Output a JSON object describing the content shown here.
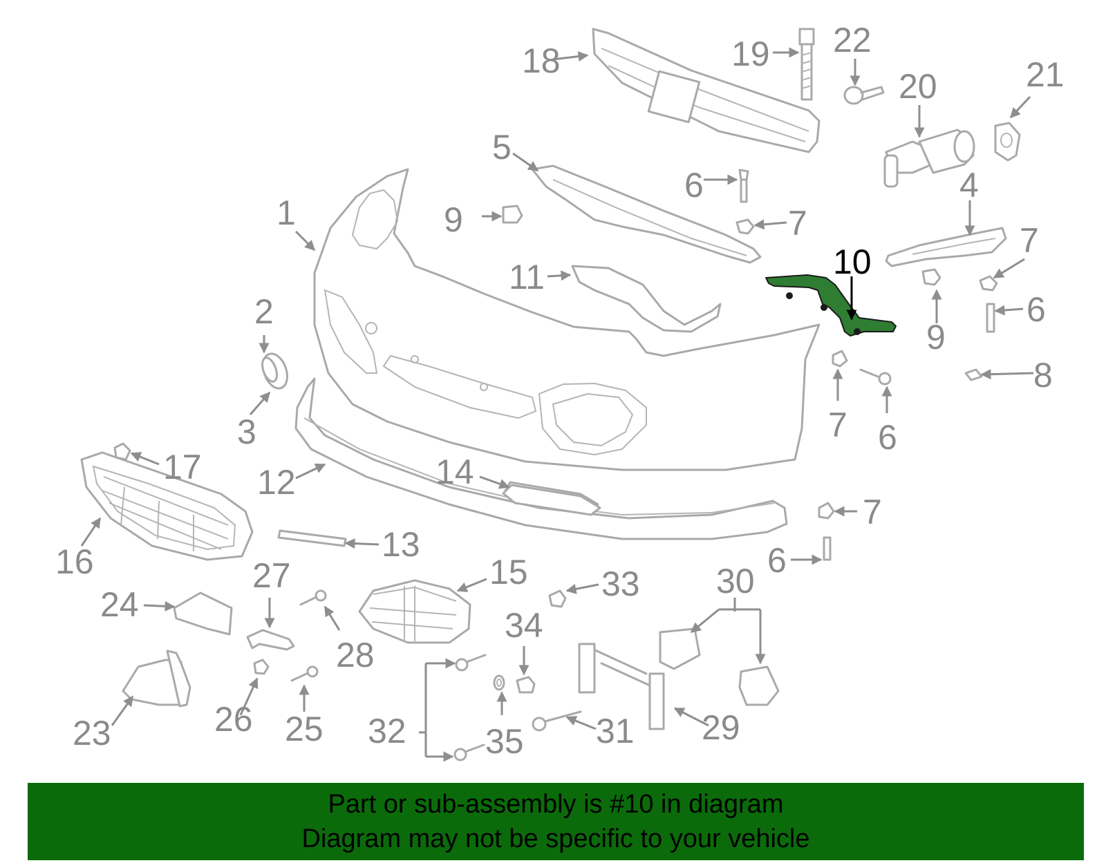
{
  "diagram": {
    "highlight_part": "10",
    "highlight_color": "#2e7d32",
    "callouts": [
      "1",
      "2",
      "3",
      "4",
      "5",
      "6",
      "7",
      "8",
      "9",
      "10",
      "11",
      "12",
      "13",
      "14",
      "15",
      "16",
      "17",
      "18",
      "19",
      "20",
      "21",
      "22",
      "23",
      "24",
      "25",
      "26",
      "27",
      "28",
      "29",
      "30",
      "31",
      "32",
      "33",
      "34",
      "35"
    ]
  },
  "footer": {
    "background": "#0b6b0b",
    "line1": "Part or sub-assembly is #10 in diagram",
    "line2": "Diagram may not be specific to your vehicle"
  }
}
